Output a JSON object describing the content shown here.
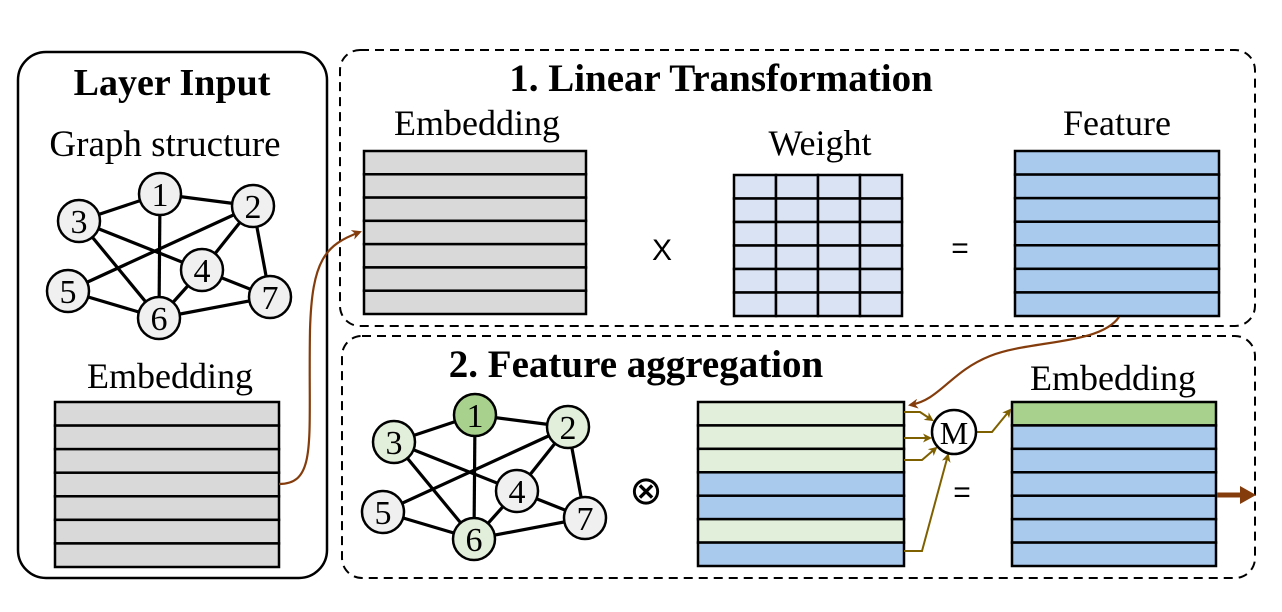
{
  "layer_input": {
    "title": "Layer Input",
    "graph_label": "Graph structure",
    "embedding_label": "Embedding"
  },
  "linear_transformation": {
    "title": "1. Linear Transformation",
    "embedding_label": "Embedding",
    "weight_label": "Weight",
    "feature_label": "Feature",
    "multiply_symbol": "X",
    "equals_symbol": "="
  },
  "feature_aggregation": {
    "title": "2. Feature aggregation",
    "embedding_label": "Embedding",
    "tensor_symbol": "⊗",
    "equals_symbol": "=",
    "aggregator_label": "M",
    "row_states": [
      "neighbor",
      "neighbor",
      "neighbor",
      "other",
      "other",
      "neighbor",
      "other"
    ],
    "output_row_states": [
      "target",
      "other",
      "other",
      "other",
      "other",
      "other",
      "other"
    ]
  },
  "graph": {
    "nodes": [
      "1",
      "2",
      "3",
      "4",
      "5",
      "6",
      "7"
    ],
    "edges": [
      [
        "3",
        "1"
      ],
      [
        "1",
        "2"
      ],
      [
        "3",
        "4"
      ],
      [
        "3",
        "6"
      ],
      [
        "1",
        "6"
      ],
      [
        "5",
        "2"
      ],
      [
        "5",
        "6"
      ],
      [
        "2",
        "4"
      ],
      [
        "2",
        "7"
      ],
      [
        "4",
        "6"
      ],
      [
        "4",
        "7"
      ],
      [
        "6",
        "7"
      ]
    ],
    "aggregation_highlight": {
      "target": [
        "1"
      ],
      "neighbors": [
        "2",
        "3",
        "6"
      ]
    }
  },
  "matrices": {
    "embedding_rows": 7,
    "weight_rows": 6,
    "weight_cols": 4
  },
  "colors": {
    "gray_fill": "#d9d9d9",
    "weight_fill": "#dae3f3",
    "blue_fill": "#a9c9ed",
    "light_green": "#e2efda",
    "green": "#a9d18e",
    "node_fill": "#f0f0f0",
    "brown_arrow": "#843c0c",
    "olive_arrow": "#7f6000"
  }
}
